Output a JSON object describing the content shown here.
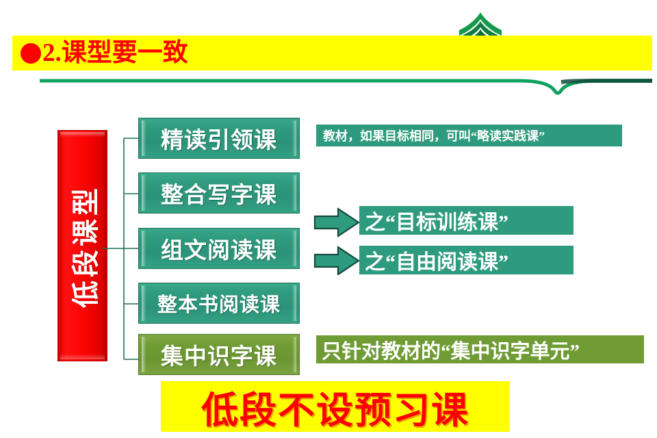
{
  "slide": {
    "logo_icon": "pine-tree-logo",
    "title": {
      "bullet_icon": "filled-circle-bullet",
      "text": "2.课型要一致"
    },
    "divider_icon": "green-rule-with-notch",
    "category_banner": {
      "label": "低段课型",
      "color": "#fb0303"
    },
    "course_types": [
      {
        "label": "精读引领课",
        "color": "#2f9a7d",
        "style": "green"
      },
      {
        "label": "整合写字课",
        "color": "#2f9a7d",
        "style": "green"
      },
      {
        "label": "组文阅读课",
        "color": "#2f9a7d",
        "style": "green"
      },
      {
        "label": "整本书阅读课",
        "color": "#2f9a7d",
        "style": "green"
      },
      {
        "label": "集中识字课",
        "color": "#6f9c34",
        "style": "olive"
      }
    ],
    "notes": {
      "reading_note": "教材，如果目标相同，可叫“略读实践课”",
      "group_reading_sub": [
        {
          "label": "之“目标训练课”",
          "arrow_icon": "right-block-arrow"
        },
        {
          "label": "之“自由阅读课”",
          "arrow_icon": "right-block-arrow"
        }
      ],
      "literacy_note": "只针对教材的“集中识字单元”"
    },
    "footer_banner": {
      "text": "低段不设预习课",
      "background": "#ffff00",
      "color": "#ff0000"
    }
  }
}
